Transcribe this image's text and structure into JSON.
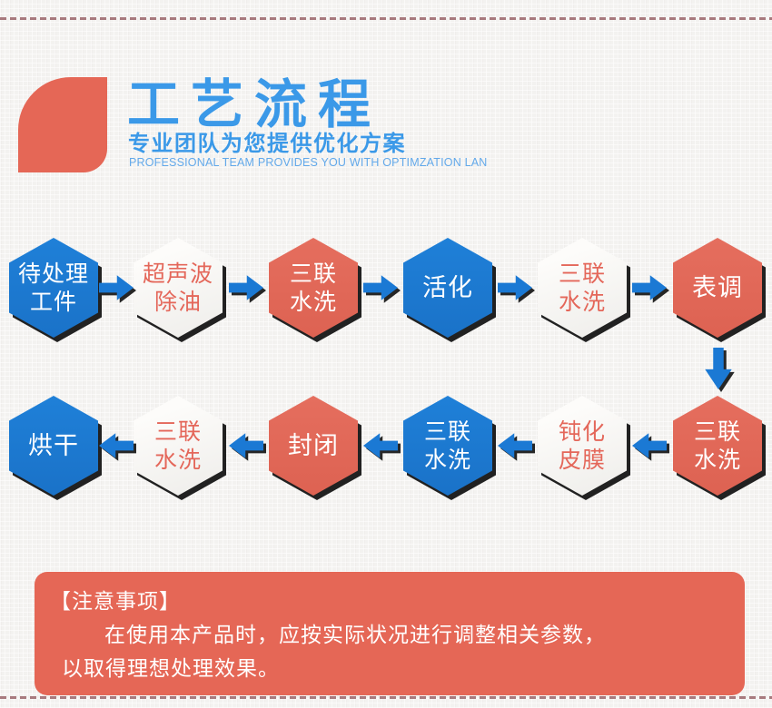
{
  "header": {
    "title": "工艺流程",
    "subtitle": "专业团队为您提供优化方案",
    "caption_en": "PROFESSIONAL TEAM PROVIDES YOU WITH OPTIMZATION LAN"
  },
  "flow": {
    "rows": [
      {
        "direction": "right",
        "steps": [
          {
            "lines": [
              "待处理",
              "工件"
            ],
            "style": "blue"
          },
          {
            "lines": [
              "超声波",
              "除油"
            ],
            "style": "plain"
          },
          {
            "lines": [
              "三联",
              "水洗"
            ],
            "style": "salmon"
          },
          {
            "lines": [
              "活化"
            ],
            "style": "blue"
          },
          {
            "lines": [
              "三联",
              "水洗"
            ],
            "style": "plain"
          },
          {
            "lines": [
              "表调"
            ],
            "style": "salmon"
          }
        ]
      },
      {
        "direction": "left",
        "steps": [
          {
            "lines": [
              "烘干"
            ],
            "style": "blue"
          },
          {
            "lines": [
              "三联",
              "水洗"
            ],
            "style": "plain"
          },
          {
            "lines": [
              "封闭"
            ],
            "style": "salmon"
          },
          {
            "lines": [
              "三联",
              "水洗"
            ],
            "style": "blue"
          },
          {
            "lines": [
              "钝化",
              "皮膜"
            ],
            "style": "plain"
          },
          {
            "lines": [
              "三联",
              "水洗"
            ],
            "style": "salmon"
          }
        ]
      }
    ],
    "row_connector": "down-arrow",
    "colors": {
      "hex_blue": "#1b79d4",
      "hex_salmon": "#e06655",
      "hex_plain_fill": "#f5f4f1",
      "hex_plain_text": "#e4675a",
      "arrow_blue": "#1b79d4"
    }
  },
  "notice": {
    "heading": "【注意事项】",
    "lines": [
      "在使用本产品时，应按实际状况进行调整相关参数，",
      "以取得理想处理效果。"
    ]
  },
  "theme": {
    "accent_salmon": "#e56756",
    "title_blue": "#3b99e8",
    "caption_blue": "#63a9ea",
    "dash_color": "#a87a7e",
    "background": "#f3f2f0"
  }
}
